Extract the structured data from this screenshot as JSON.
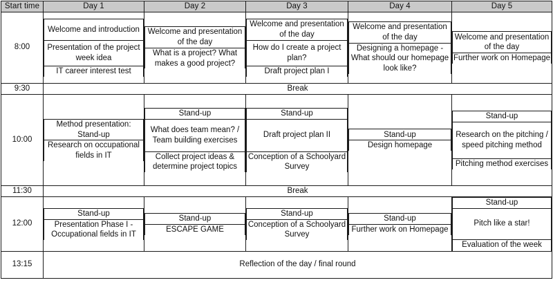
{
  "table": {
    "header": {
      "time_label": "Start time",
      "days": [
        "Day 1",
        "Day 2",
        "Day 3",
        "Day 4",
        "Day 5"
      ]
    },
    "break_label": "Break",
    "blocks": {
      "morning": {
        "time": "8:00",
        "day1": {
          "a": "Welcome and introduction",
          "b": "Presentation of the project week idea",
          "c": "IT career interest test"
        },
        "day2": {
          "a": "Welcome and presentation of the day",
          "b": "What is a project? What makes a good project?"
        },
        "day3": {
          "a": "Welcome and presentation of the day",
          "b": "How do I create a project plan?",
          "c": "Draft project plan I"
        },
        "day4": {
          "a": "Welcome and presentation of the day",
          "b": "Designing a homepage - What should our homepage look like?"
        },
        "day5": {
          "a": "Welcome and presentation of the day",
          "b": "Further work on Homepage"
        }
      },
      "break1": {
        "time": "9:30"
      },
      "midday": {
        "time": "10:00",
        "day1": {
          "a": "Method presentation: Stand-up",
          "b": "Research on occupational fields in IT"
        },
        "day2": {
          "a": "Stand-up",
          "b": "What does team mean? / Team building exercises",
          "c": "Collect project ideas & determine project topics"
        },
        "day3": {
          "a": "Stand-up",
          "b": "Draft project plan II",
          "c": "Conception of a Schoolyard Survey"
        },
        "day4": {
          "a": "Stand-up",
          "b": "Design homepage"
        },
        "day5": {
          "a": "Stand-up",
          "b": "Research on the pitching / speed pitching method",
          "c": "Pitching method exercises"
        }
      },
      "break2": {
        "time": "11:30"
      },
      "afternoon": {
        "time": "12:00",
        "day1": {
          "a": "Stand-up",
          "b": "Presentation Phase I - Occupational fields in IT"
        },
        "day2": {
          "a": "Stand-up",
          "b": "ESCAPE GAME"
        },
        "day3": {
          "a": "Stand-up",
          "b": "Conception of a Schoolyard Survey"
        },
        "day4": {
          "a": "Stand-up",
          "b": "Further work on Homepage"
        },
        "day5": {
          "a": "Stand-up",
          "b": "Pitch like a star!",
          "c": "Evaluation of the week"
        }
      },
      "final": {
        "time": "13:15",
        "label": "Reflection of the day / final round"
      }
    }
  },
  "colors": {
    "header_background": "#c9c9c9",
    "border": "#1a1a1a",
    "inner_border": "#7a7a7a",
    "text": "#111111",
    "page_background": "#ffffff"
  }
}
